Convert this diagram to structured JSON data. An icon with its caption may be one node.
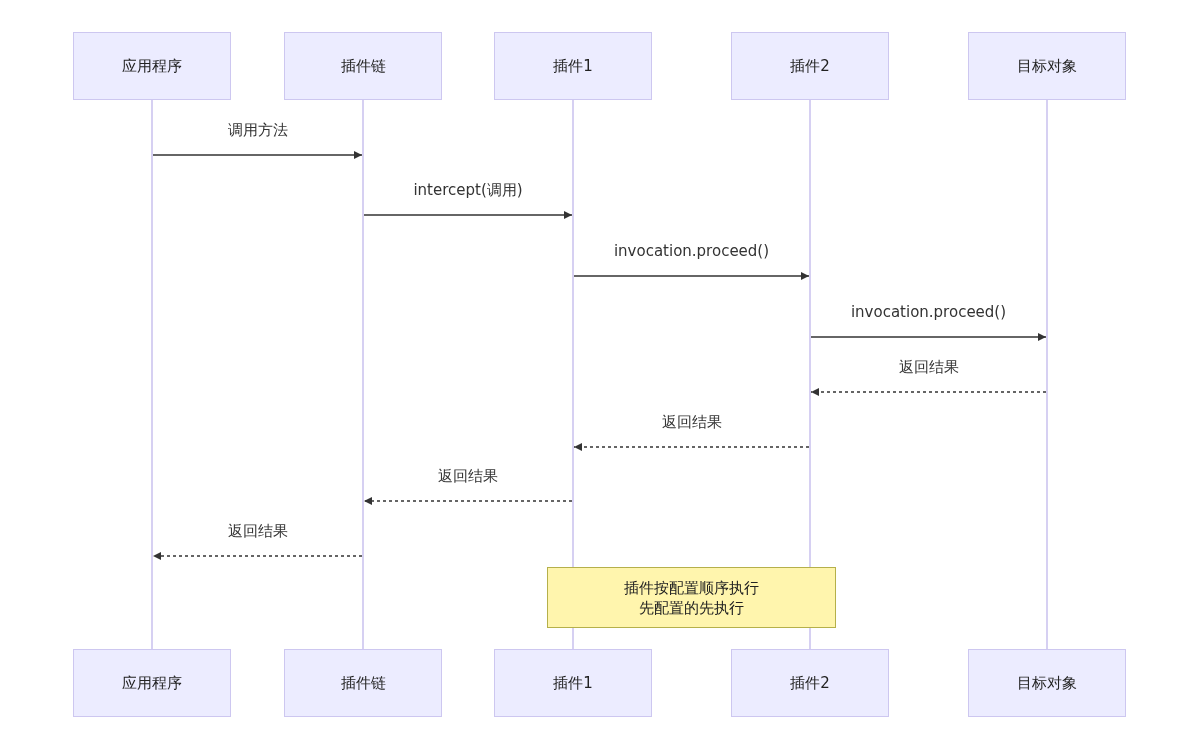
{
  "diagram": {
    "nodes": [
      {
        "text": [
          "应用程序"
        ]
      },
      {
        "text": [
          "插件链"
        ]
      },
      {
        "text": [
          "插件1"
        ]
      },
      {
        "text": [
          "插件2"
        ]
      },
      {
        "text": [
          "目标对象"
        ]
      },
      {
        "text": [],
        "shape": "bar"
      },
      {
        "text": [],
        "shape": "bar"
      },
      {
        "text": [],
        "shape": "bar"
      },
      {
        "text": [],
        "shape": "bar"
      },
      {
        "text": [],
        "shape": "bar"
      },
      {
        "text": [
          "插件按配置顺序执行先配置的先执行"
        ]
      },
      {
        "text": [
          "应用程序"
        ]
      },
      {
        "text": [
          "插件链"
        ]
      },
      {
        "text": [
          "插件1"
        ]
      },
      {
        "text": [
          "插件2"
        ]
      },
      {
        "text": [
          "目标对象"
        ]
      }
    ],
    "edges": [
      {
        "from": 5,
        "to": 6,
        "arrow": "to",
        "label": "调用方法"
      },
      {
        "from": 6,
        "to": 7,
        "arrow": "to",
        "label": "intercept(调用)"
      },
      {
        "from": 7,
        "to": 8,
        "arrow": "to",
        "label": "invocation.proceed()"
      },
      {
        "from": 8,
        "to": 9,
        "arrow": "to",
        "label": "invocation.proceed()"
      },
      {
        "from": 9,
        "to": 8,
        "arrow": "to",
        "label": "返回结果",
        "style": "dashed"
      },
      {
        "from": 8,
        "to": 7,
        "arrow": "to",
        "label": "返回结果",
        "style": "dashed"
      },
      {
        "from": 7,
        "to": 6,
        "arrow": "to",
        "label": "返回结果",
        "style": "dashed"
      },
      {
        "from": 6,
        "to": 5,
        "arrow": "to",
        "label": "返回结果",
        "style": "dashed"
      }
    ]
  }
}
